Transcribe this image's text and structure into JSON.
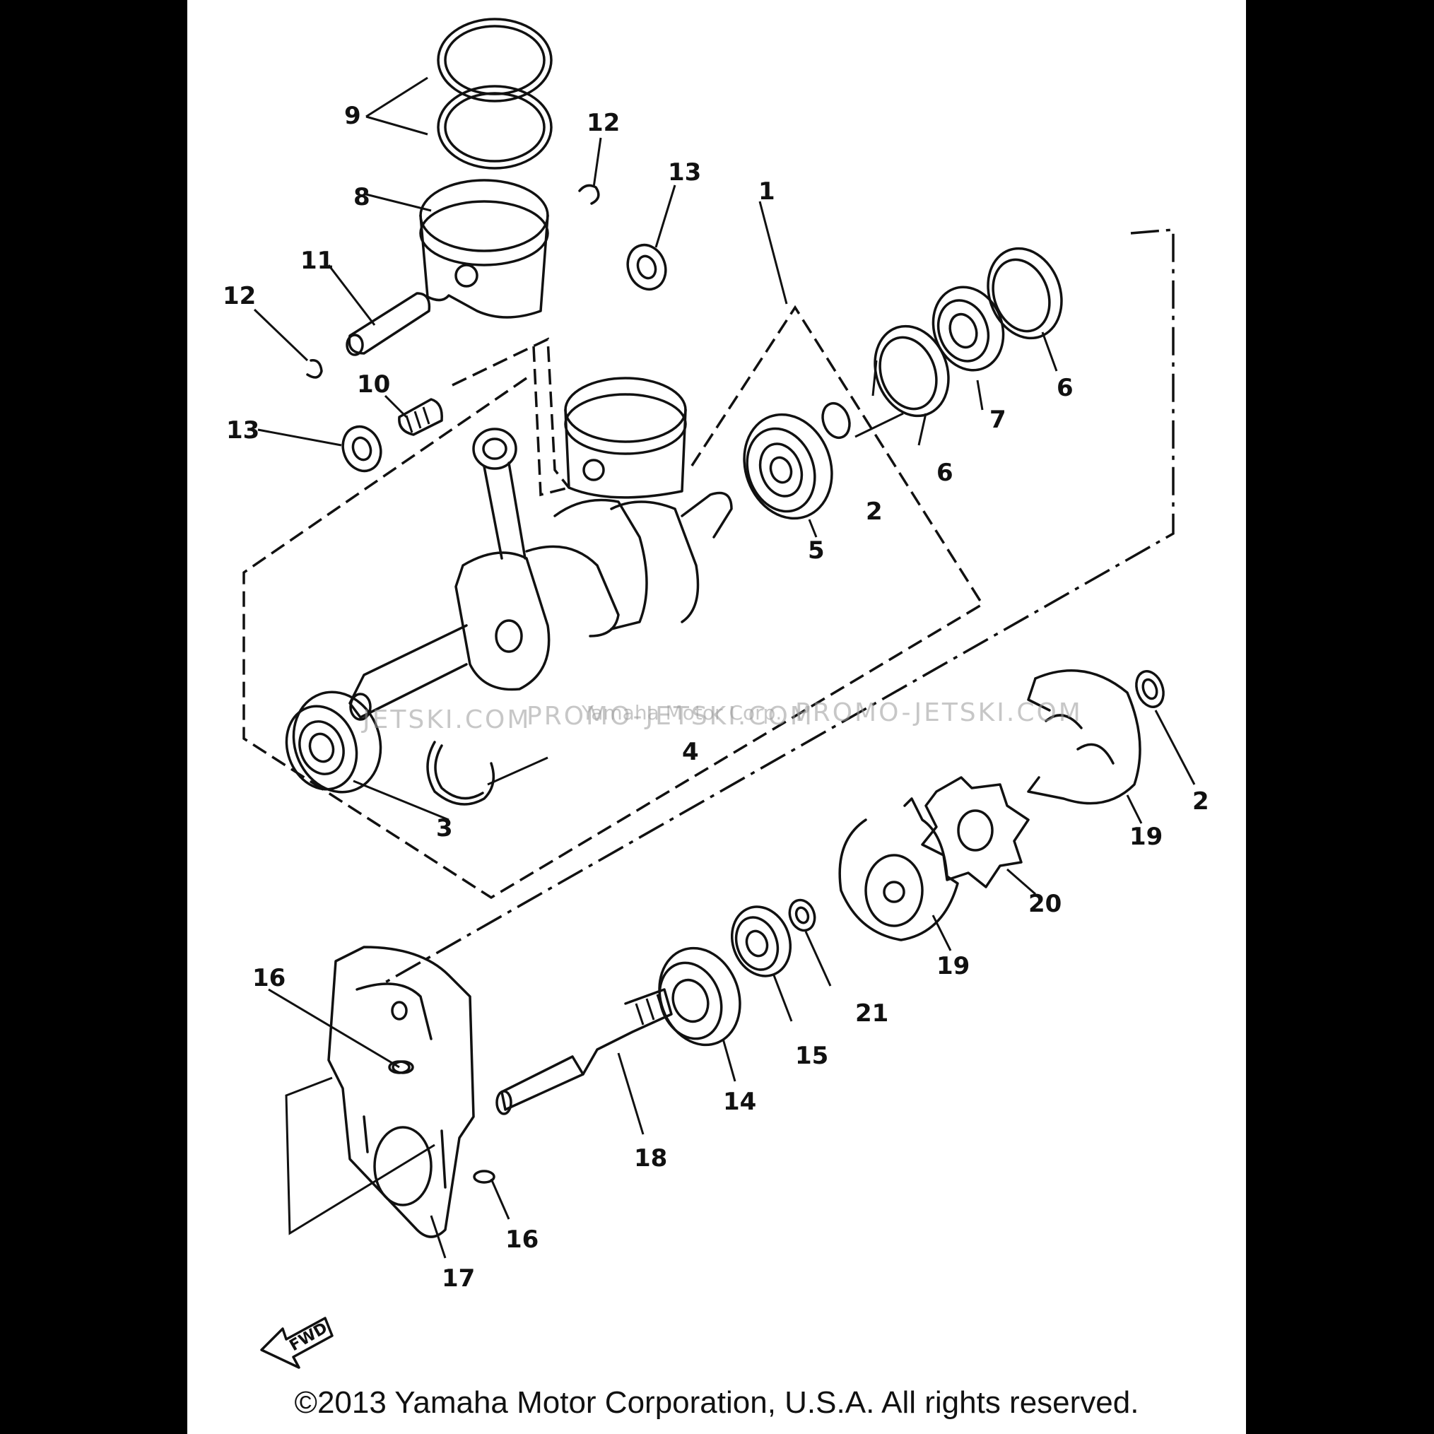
{
  "copyright": "©2013 Yamaha Motor Corporation, U.S.A. All rights reserved.",
  "watermark": {
    "left": "JETSKI.COM",
    "center": "PROMO-JETSKI.COM",
    "overlay": "Yamaha Motor Corp.",
    "right": "PROMO-JETSKI.COM"
  },
  "fwd_label": "FWD",
  "callouts": {
    "c1": "1",
    "c2a": "2",
    "c2b": "2",
    "c3": "3",
    "c4": "4",
    "c5": "5",
    "c6a": "6",
    "c6b": "6",
    "c7": "7",
    "c8": "8",
    "c9": "9",
    "c10": "10",
    "c11": "11",
    "c12a": "12",
    "c12b": "12",
    "c13a": "13",
    "c13b": "13",
    "c14": "14",
    "c15": "15",
    "c16a": "16",
    "c16b": "16",
    "c17": "17",
    "c18": "18",
    "c19a": "19",
    "c19b": "19",
    "c20": "20",
    "c21": "21"
  }
}
